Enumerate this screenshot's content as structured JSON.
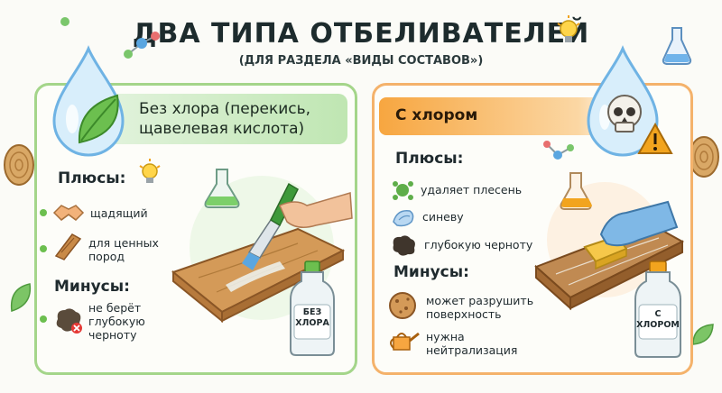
{
  "title": "ДВА ТИПА ОТБЕЛИВАТЕЛЕЙ",
  "subtitle": "(ДЛЯ РАЗДЕЛА «ВИДЫ СОСТАВОВ»)",
  "left": {
    "header_line1": "Без хлора (перекись,",
    "header_line2": "щавелевая кислота)",
    "pros_title": "Плюсы:",
    "pros": [
      {
        "icon": "handshake-icon",
        "text": "щадящий"
      },
      {
        "icon": "wood-plank-icon",
        "lines": [
          "для ценных",
          "пород"
        ]
      }
    ],
    "cons_title": "Минусы:",
    "cons": [
      {
        "icon": "dark-stain-icon",
        "lines": [
          "не берёт",
          "глубокую",
          "черноту"
        ]
      }
    ],
    "bottle_line1": "БЕЗ",
    "bottle_line2": "ХЛОРА",
    "accent": "#a4d58a"
  },
  "right": {
    "header": "С хлором",
    "pros_title": "Плюсы:",
    "pros": [
      {
        "icon": "mold-icon",
        "text": "удаляет плесень"
      },
      {
        "icon": "blue-stain-icon",
        "text": "синеву"
      },
      {
        "icon": "black-stain-icon",
        "text": "глубокую черноту"
      }
    ],
    "cons_title": "Минусы:",
    "cons": [
      {
        "icon": "damaged-wood-icon",
        "lines": [
          "может разрушить",
          "поверхность"
        ]
      },
      {
        "icon": "watering-can-icon",
        "lines": [
          "нужна",
          "нейтрализация"
        ]
      }
    ],
    "bottle_line1": "С",
    "bottle_line2": "ХЛОРОМ",
    "accent": "#f4b26b"
  }
}
